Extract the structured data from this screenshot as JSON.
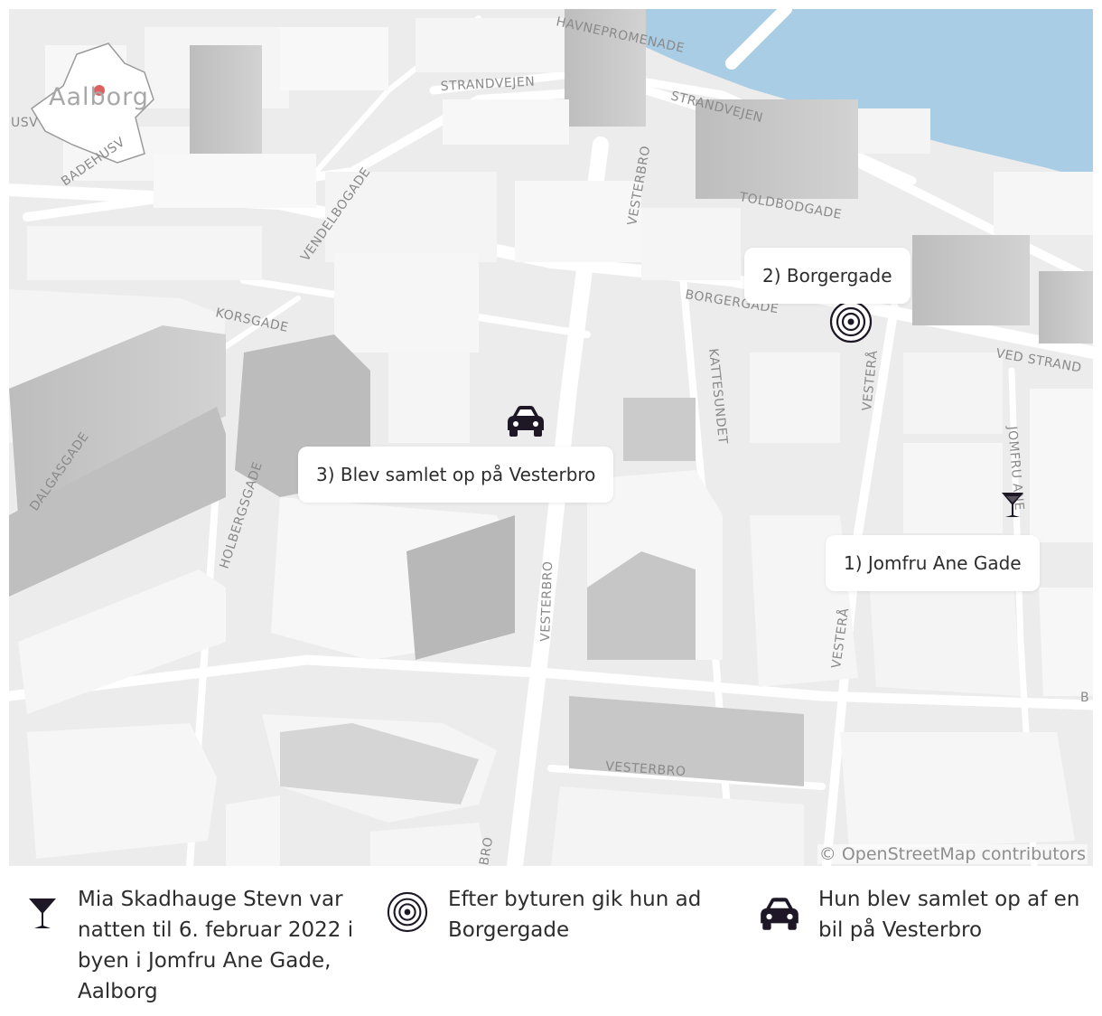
{
  "map": {
    "locator_label": "Aalborg",
    "attribution": "© OpenStreetMap contributors",
    "water_color": "#a9cde4",
    "street_labels": [
      {
        "id": "strandvejen-1",
        "text": "STRANDVEJEN"
      },
      {
        "id": "strandvejen-2",
        "text": "STRANDVEJEN"
      },
      {
        "id": "promenade",
        "text": "HAVNEPROMENADE"
      },
      {
        "id": "badehus",
        "text": "BADEHUSV"
      },
      {
        "id": "vendelbogade",
        "text": "VENDELBOGADE"
      },
      {
        "id": "vesterbro-top",
        "text": "VESTERBRO"
      },
      {
        "id": "toldbodgade",
        "text": "TOLDBODGADE"
      },
      {
        "id": "borgergade",
        "text": "BORGERGADE"
      },
      {
        "id": "ved-strand",
        "text": "VED STRAND"
      },
      {
        "id": "korsgade",
        "text": "KORSGADE"
      },
      {
        "id": "kattesundet",
        "text": "KATTESUNDET"
      },
      {
        "id": "vestera-top",
        "text": "VESTERÅ"
      },
      {
        "id": "jomfru",
        "text": "JOMFRU ANE"
      },
      {
        "id": "dalgasgade",
        "text": "DALGASGADE"
      },
      {
        "id": "holbergsgade",
        "text": "HOLBERGSGADE"
      },
      {
        "id": "vesterbro-mid",
        "text": "VESTERBRO"
      },
      {
        "id": "vestera-bottom",
        "text": "VESTERÅ"
      },
      {
        "id": "vesterbro-bottom",
        "text": "VESTERBRO"
      },
      {
        "id": "bro",
        "text": "BRO"
      },
      {
        "id": "usv",
        "text": "USV"
      },
      {
        "id": "b",
        "text": "B"
      }
    ]
  },
  "callouts": {
    "jomfru": "1) Jomfru Ane Gade",
    "borgergade": "2) Borgergade",
    "vesterbro": "3) Blev samlet op på Vesterbro"
  },
  "legend": {
    "cocktail": {
      "icon": "cocktail-glass-icon",
      "text": "Mia Skadhauge Stevn var natten til 6. februar 2022 i byen i Jomfru Ane Gade, Aalborg"
    },
    "target": {
      "icon": "concentric-rings-icon",
      "text": "Efter byturen gik hun ad Borgergade"
    },
    "car": {
      "icon": "car-icon",
      "text": "Hun blev samlet op af en bil på Vesterbro"
    }
  },
  "colors": {
    "marker": "#1e1826",
    "accent_dot": "#e06060"
  }
}
